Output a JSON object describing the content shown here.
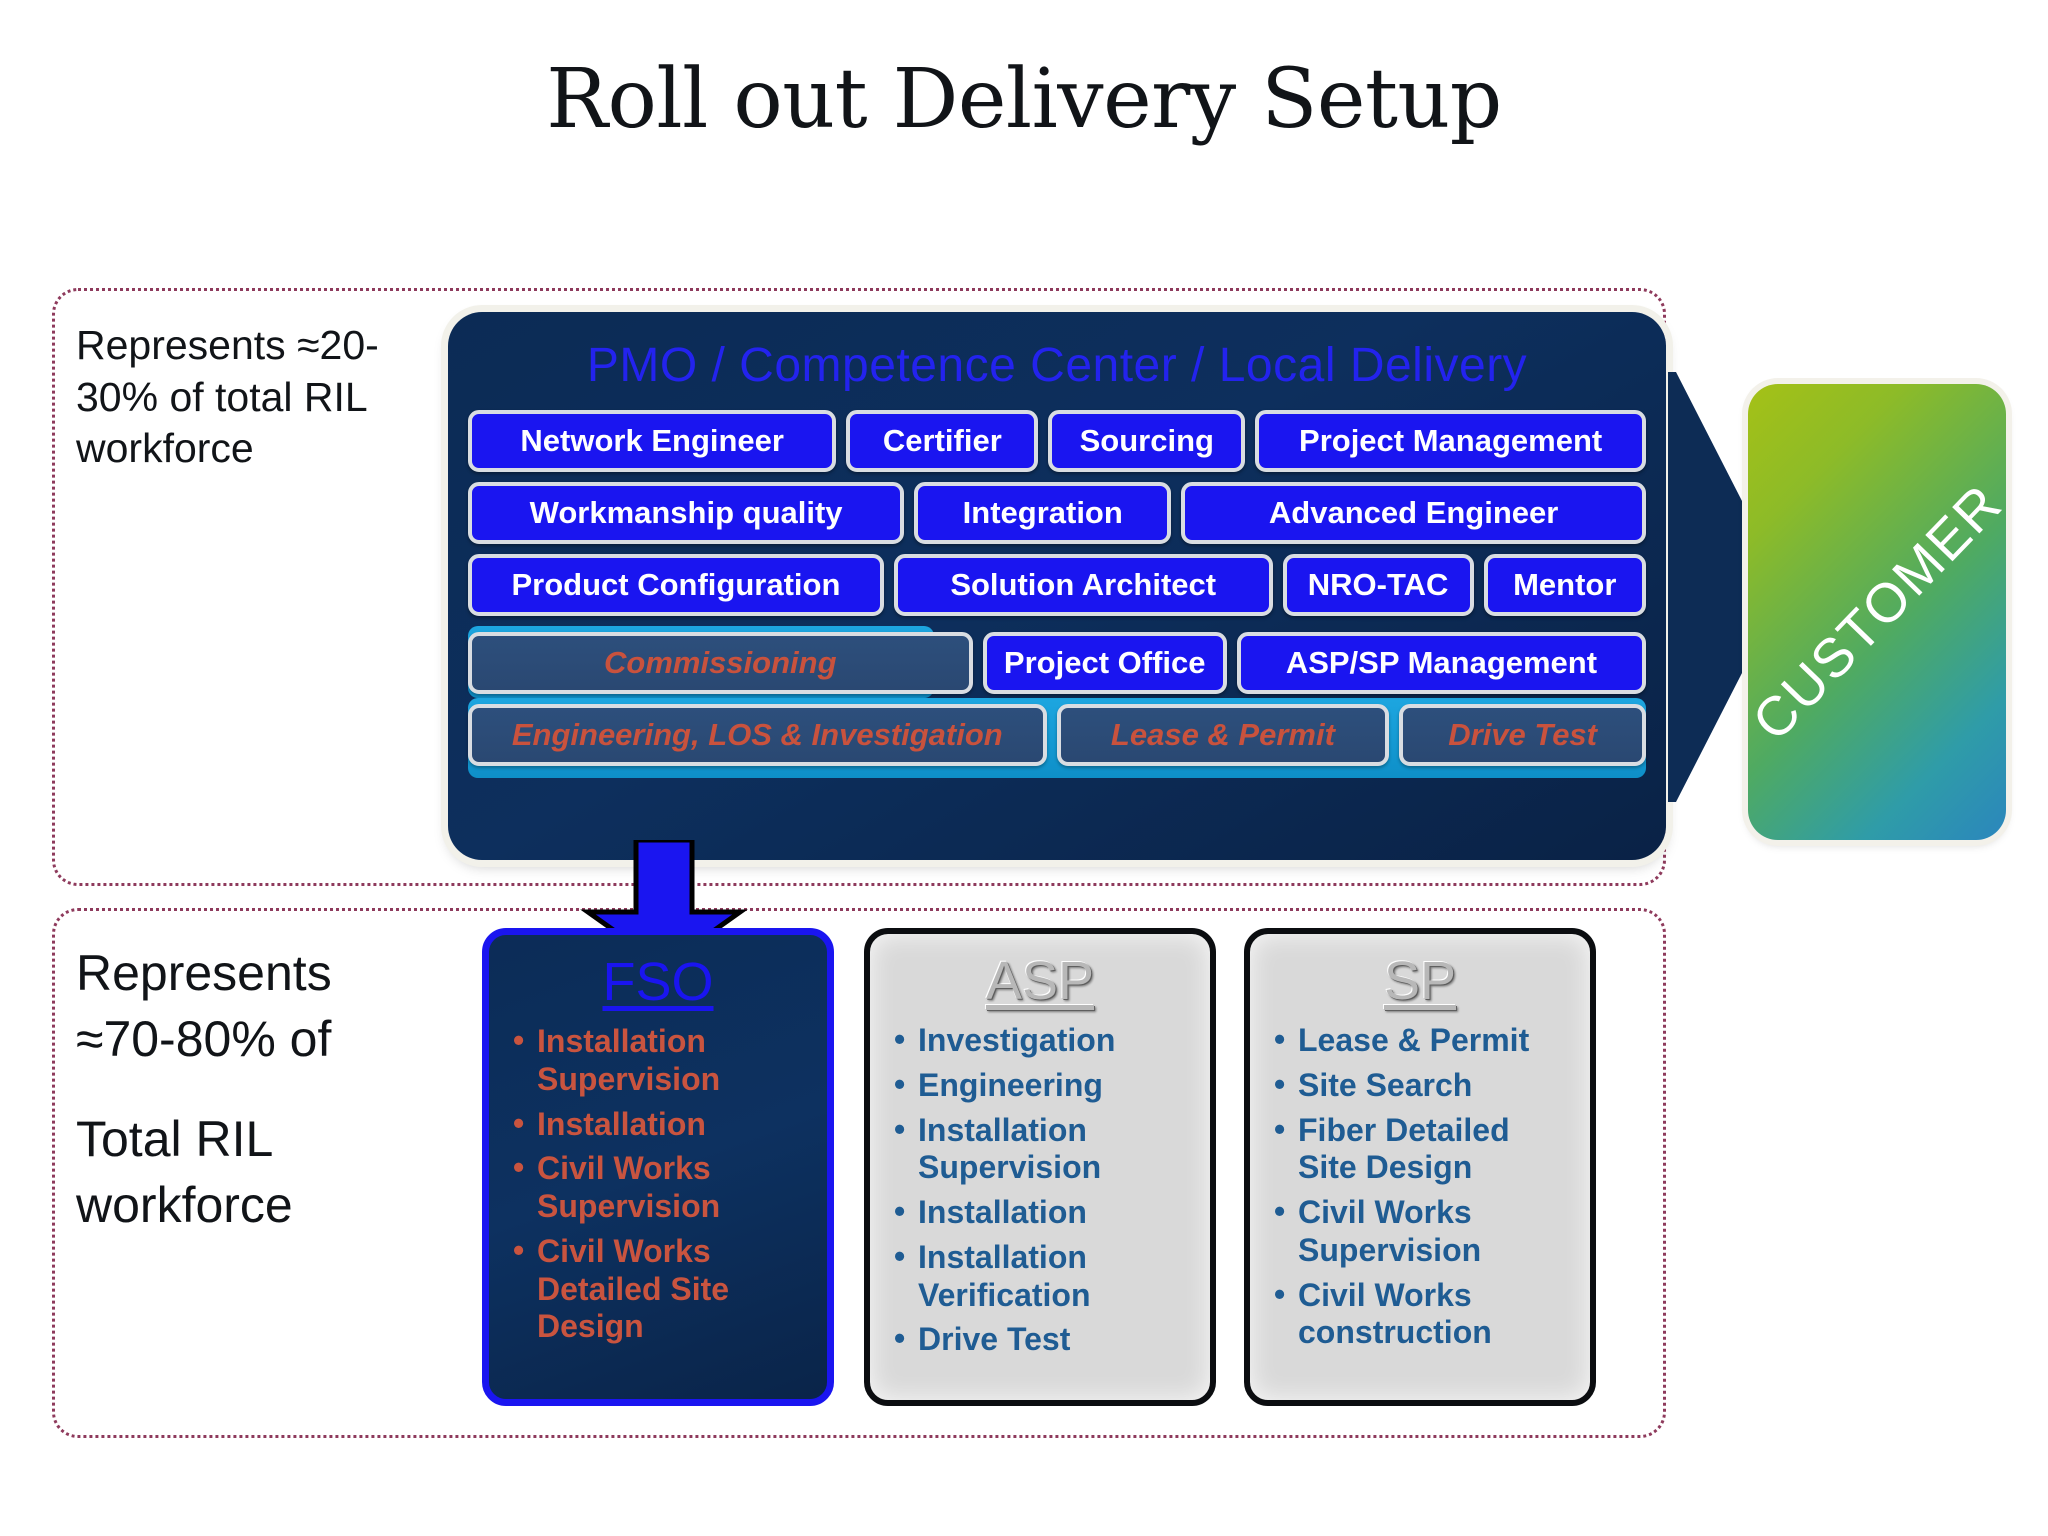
{
  "title": "Roll out Delivery Setup",
  "notes": {
    "top": "Represents ≈20-30% of total RIL  workforce",
    "bottom_line1": "Represents ≈70-80% of",
    "bottom_line2": "Total RIL workforce"
  },
  "pmo_panel": {
    "heading": "PMO / Competence Center / Local Delivery",
    "rows": [
      [
        {
          "label": "Network Engineer",
          "flex": 290
        },
        {
          "label": "Certifier",
          "flex": 148
        },
        {
          "label": "Sourcing",
          "flex": 152
        },
        {
          "label": "Project Management",
          "flex": 308
        }
      ],
      [
        {
          "label": "Workmanship quality",
          "flex": 330
        },
        {
          "label": "Integration",
          "flex": 192
        },
        {
          "label": "Advanced Engineer",
          "flex": 352
        }
      ],
      [
        {
          "label": "Product Configuration",
          "flex": 330
        },
        {
          "label": "Solution Architect",
          "flex": 300
        },
        {
          "label": "NRO-TAC",
          "flex": 148
        },
        {
          "label": "Mentor",
          "flex": 125
        }
      ]
    ],
    "row4": [
      {
        "label": "Commissioning",
        "style": "dark",
        "flex": 458
      },
      {
        "label": "Project Office",
        "style": "blue",
        "flex": 218
      },
      {
        "label": "ASP/SP Management",
        "style": "blue",
        "flex": 370
      }
    ],
    "row5": [
      {
        "label": "Engineering, LOS & Investigation",
        "style": "dark",
        "flex": 478
      },
      {
        "label": "Lease & Permit",
        "style": "dark",
        "flex": 272
      },
      {
        "label": "Drive Test",
        "style": "dark",
        "flex": 200
      }
    ]
  },
  "customer": {
    "label": "CUSTOMER"
  },
  "cards": [
    {
      "id": "fso",
      "title": "FSO",
      "bullets": [
        "Installation Supervision",
        "Installation",
        "Civil Works Supervision",
        "Civil Works Detailed Site Design"
      ]
    },
    {
      "id": "asp",
      "title": "ASP",
      "bullets": [
        "Investigation",
        "Engineering",
        "Installation Supervision",
        "Installation",
        "Installation Verification",
        "Drive Test"
      ]
    },
    {
      "id": "sp",
      "title": "SP",
      "bullets": [
        "Lease & Permit",
        "Site Search",
        "Fiber Detailed Site Design",
        "Civil Works Supervision",
        "Civil Works construction"
      ]
    }
  ],
  "colors": {
    "panel_navy": "#0d2f5d",
    "chip_blue": "#1a15f0",
    "heading_blue": "#2323ee",
    "accent_red": "#c9543f",
    "cyan_band": "#1da6e0",
    "bullet_steel": "#1f5c93",
    "frame_dotted": "#8e3a5c"
  }
}
